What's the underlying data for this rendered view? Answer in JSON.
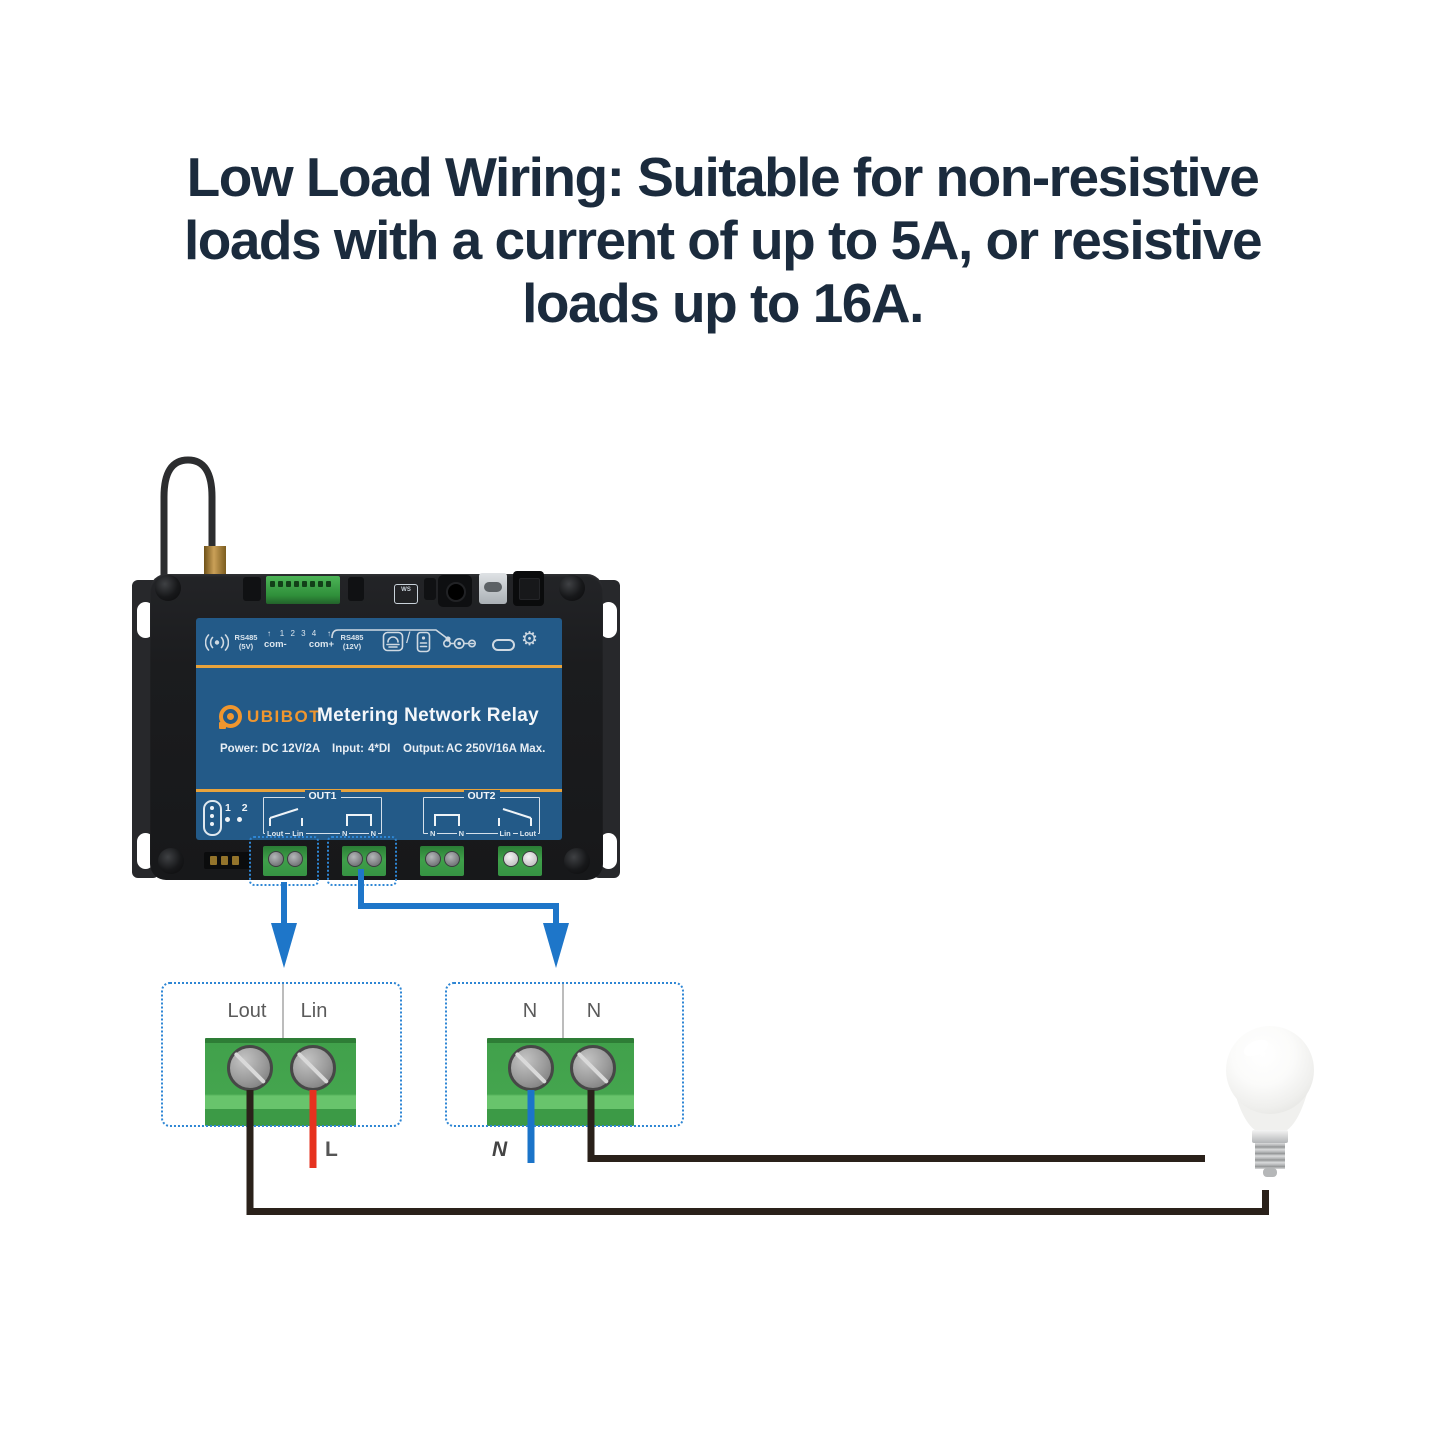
{
  "title": {
    "lines": [
      "Low Load Wiring: Suitable for non-resistive",
      "loads with a current of up to 5A, or resistive",
      "loads up to 16A."
    ]
  },
  "device": {
    "top_row": {
      "rs485_5v_l1": "RS485",
      "rs485_5v_l2": "(5V)",
      "up_arrow": "↑",
      "di_numbers": "1 2 3 4",
      "com_minus": "com-",
      "com_plus": "com+",
      "rs485_12v_l1": "RS485",
      "rs485_12v_l2": "(12V)",
      "slash": "/",
      "ws": "WS"
    },
    "brand": "UBIBOT",
    "product_name": "Metering Network Relay",
    "specs": {
      "power_label": "Power:",
      "power_value": "DC 12V/2A",
      "input_label": "Input:",
      "input_value": "4*DI",
      "output_label": "Output:",
      "output_value": "AC 250V/16A Max."
    },
    "io_numbers": "1 2",
    "out1": {
      "title": "OUT1",
      "switch_labels": [
        "Lout",
        "Lin"
      ],
      "bridge_labels": [
        "N",
        "N"
      ]
    },
    "out2": {
      "title": "OUT2",
      "bridge_labels": [
        "N",
        "N"
      ],
      "switch_labels": [
        "Lin",
        "Lout"
      ]
    }
  },
  "wiring_diagram": {
    "box1_labels": [
      "Lout",
      "Lin"
    ],
    "box2_labels": [
      "N",
      "N"
    ],
    "live_wire_label": "L",
    "neutral_wire_label": "N"
  },
  "icons": {
    "gear": "⚙"
  },
  "colors": {
    "panel_blue": "#235a88",
    "accent_orange": "#e8a33c",
    "brand_orange": "#f0962e",
    "arrow_blue": "#1e76c9",
    "dotted_blue": "#2e86d4",
    "wire_red": "#e6321f",
    "wire_blue": "#1b74c9",
    "wire_black": "#2a211a",
    "terminal_green": "#41a14b",
    "title_color": "#1b2b3d"
  }
}
